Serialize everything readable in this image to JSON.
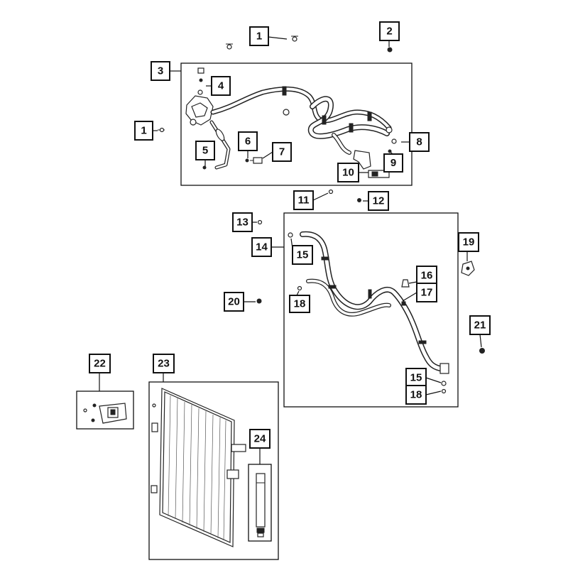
{
  "callouts": [
    {
      "id": "c1a",
      "label": "1"
    },
    {
      "id": "c2",
      "label": "2"
    },
    {
      "id": "c3",
      "label": "3"
    },
    {
      "id": "c4",
      "label": "4"
    },
    {
      "id": "c1b",
      "label": "1"
    },
    {
      "id": "c5",
      "label": "5"
    },
    {
      "id": "c6",
      "label": "6"
    },
    {
      "id": "c7",
      "label": "7"
    },
    {
      "id": "c8",
      "label": "8"
    },
    {
      "id": "c9",
      "label": "9"
    },
    {
      "id": "c10",
      "label": "10"
    },
    {
      "id": "c11",
      "label": "11"
    },
    {
      "id": "c12",
      "label": "12"
    },
    {
      "id": "c13",
      "label": "13"
    },
    {
      "id": "c14",
      "label": "14"
    },
    {
      "id": "c15a",
      "label": "15"
    },
    {
      "id": "c16",
      "label": "16"
    },
    {
      "id": "c17",
      "label": "17"
    },
    {
      "id": "c18a",
      "label": "18"
    },
    {
      "id": "c19",
      "label": "19"
    },
    {
      "id": "c20",
      "label": "20"
    },
    {
      "id": "c21",
      "label": "21"
    },
    {
      "id": "c15b",
      "label": "15"
    },
    {
      "id": "c18b",
      "label": "18"
    },
    {
      "id": "c22",
      "label": "22"
    },
    {
      "id": "c23",
      "label": "23"
    },
    {
      "id": "c24",
      "label": "24"
    }
  ]
}
